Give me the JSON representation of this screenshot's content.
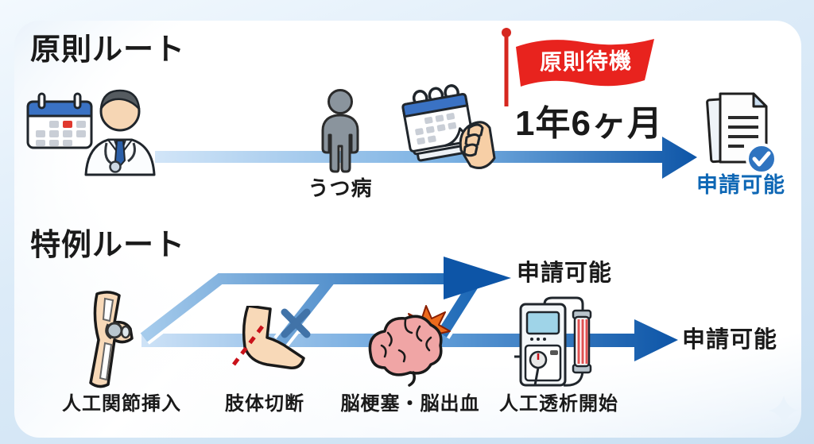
{
  "principal_route": {
    "title": "原則ルート",
    "condition_label": "うつ病",
    "flag_label": "原則待機",
    "wait_duration": "1年6ヶ月",
    "result_label": "申請可能",
    "icons": [
      "calendar-icon",
      "doctor-icon",
      "standing-person-icon",
      "calendar-in-hand-icon",
      "red-flag-icon",
      "documents-check-icon"
    ]
  },
  "special_route": {
    "title": "特例ルート",
    "items": [
      {
        "label": "人工関節挿入",
        "icon": "knee-joint-icon"
      },
      {
        "label": "肢体切断",
        "icon": "amputated-limb-icon"
      },
      {
        "label": "脳梗塞・脳出血",
        "icon": "brain-stroke-icon"
      },
      {
        "label": "人工透析開始",
        "icon": "dialysis-machine-icon"
      }
    ],
    "result_label_upper": "申請可能",
    "result_label_lower": "申請可能"
  },
  "colors": {
    "arrow_blue_dark": "#0d55a7",
    "arrow_blue_light": "#d3e6f8",
    "flag_red": "#e8231e",
    "apply_text_blue": "#0e67b5",
    "text_black": "#1a1a1a",
    "background_blue": "#c9dff2"
  }
}
